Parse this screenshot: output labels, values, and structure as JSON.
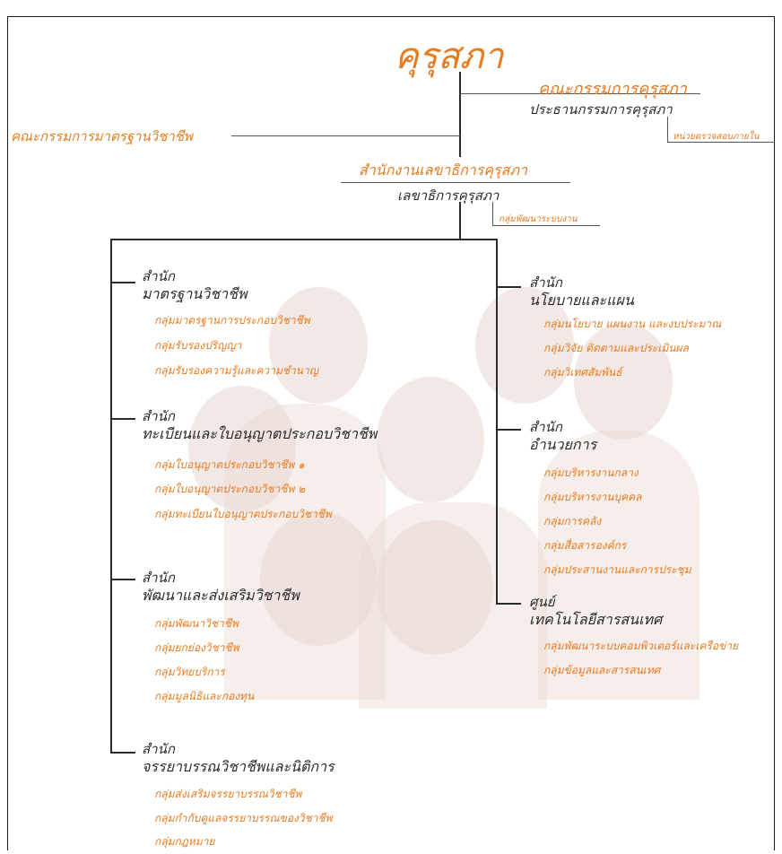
{
  "colors": {
    "accent": "#e87b1f",
    "text": "#2b2b2b",
    "line": "#2b2b2b"
  },
  "top": {
    "title": "คุรุสภา",
    "board_title": "คณะกรรมการคุรุสภา",
    "board_chair": "ประธานกรรมการคุรุสภา",
    "audit_unit": "หน่วยตรวจสอบภายใน",
    "standards_committee": "คณะกรรมการมาตรฐานวิชาชีพ",
    "secretariat_office": "สำนักงานเลขาธิการคุรุสภา",
    "secretary_general": "เลขาธิการคุรุสภา",
    "admin_dev_group": "กลุ่มพัฒนาระบบงาน"
  },
  "left_bureaus": [
    {
      "prefix": "สำนัก",
      "name": "มาตรฐานวิชาชีพ",
      "groups": [
        "กลุ่มมาตรฐานการประกอบวิชาชีพ",
        "กลุ่มรับรองปริญญา",
        "กลุ่มรับรองความรู้และความชำนาญ"
      ]
    },
    {
      "prefix": "สำนัก",
      "name": "ทะเบียนและใบอนุญาตประกอบวิชาชีพ",
      "groups": [
        "กลุ่มใบอนุญาตประกอบวิชาชีพ ๑",
        "กลุ่มใบอนุญาตประกอบวิชาชีพ ๒",
        "กลุ่มทะเบียนใบอนุญาตประกอบวิชาชีพ"
      ]
    },
    {
      "prefix": "สำนัก",
      "name": "พัฒนาและส่งเสริมวิชาชีพ",
      "groups": [
        "กลุ่มพัฒนาวิชาชีพ",
        "กลุ่มยกย่องวิชาชีพ",
        "กลุ่มวิทยบริการ",
        "กลุ่มมูลนิธิและกองทุน"
      ]
    },
    {
      "prefix": "สำนัก",
      "name": "จรรยาบรรณวิชาชีพและนิติการ",
      "groups": [
        "กลุ่มส่งเสริมจรรยาบรรณวิชาชีพ",
        "กลุ่มกำกับดูแลจรรยาบรรณของวิชาชีพ",
        "กลุ่มกฎหมาย"
      ]
    }
  ],
  "right_bureaus": [
    {
      "prefix": "สำนัก",
      "name": "นโยบายและแผน",
      "groups": [
        "กลุ่มนโยบาย แผนงาน และงบประมาณ",
        "กลุ่มวิจัย ติดตามและประเมินผล",
        "กลุ่มวิเทศสัมพันธ์"
      ]
    },
    {
      "prefix": "สำนัก",
      "name": "อำนวยการ",
      "groups": [
        "กลุ่มบริหารงานกลาง",
        "กลุ่มบริหารงานบุคคล",
        "กลุ่มการคลัง",
        "กลุ่มสื่อสารองค์กร",
        "กลุ่มประสานงานและการประชุม"
      ]
    },
    {
      "prefix": "ศูนย์",
      "name": "เทคโนโลยีสารสนเทศ",
      "groups": [
        "กลุ่มพัฒนาระบบคอมพิวเตอร์และเครือข่าย",
        "กลุ่มข้อมูลและสารสนเทศ"
      ]
    }
  ]
}
